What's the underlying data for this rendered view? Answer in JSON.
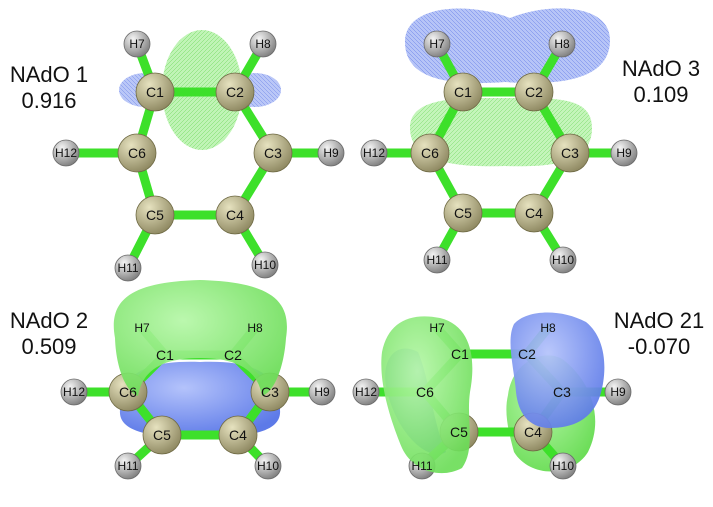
{
  "panels": [
    {
      "id": "p1",
      "name": "NAdO 1",
      "value": "0.916"
    },
    {
      "id": "p2",
      "name": "NAdO 3",
      "value": "0.109"
    },
    {
      "id": "p3",
      "name": "NAdO 2",
      "value": "0.509"
    },
    {
      "id": "p4",
      "name": "NAdO 21",
      "value": "-0.070"
    }
  ],
  "atom_labels": [
    "C1",
    "C2",
    "C3",
    "C4",
    "C5",
    "C6",
    "H7",
    "H8",
    "H9",
    "H10",
    "H11",
    "H12"
  ],
  "colors": {
    "bond": "#3de02a",
    "carbon": "#b5b082",
    "hydrogen": "#c6c6c6",
    "lobe_green": "#8ef07e",
    "lobe_blue": "#7f97f2"
  }
}
